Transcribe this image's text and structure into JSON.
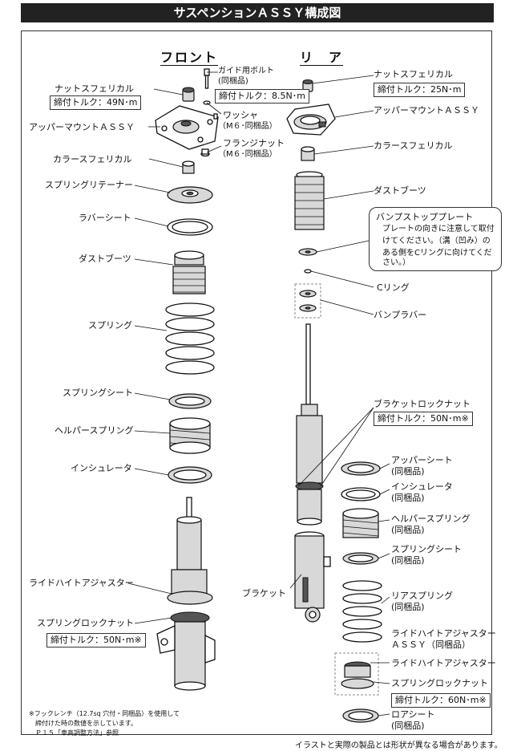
{
  "title": "サスペンションＡＳＳＹ構成図",
  "front": {
    "heading": "フロント",
    "nut_spherical": "ナットスフェリカル",
    "nut_torque": "締付トルク：49N･m",
    "guide_bolt": "ガイド用ボルト",
    "guide_bolt_note": "(同梱品)",
    "guide_bolt_torque": "締付トルク：8.5N･m",
    "washer": "ワッシャ",
    "washer_note": "（M６･同梱品）",
    "flange_nut": "フランジナット",
    "flange_nut_note": "（M６･同梱品）",
    "upper_mount": "アッパーマウントＡＳＳＹ",
    "collar_spherical": "カラースフェリカル",
    "spring_retainer": "スプリングリテーナー",
    "rubber_seat": "ラバーシート",
    "dust_boot": "ダストブーツ",
    "spring": "スプリング",
    "spring_seat": "スプリングシート",
    "helper_spring": "ヘルパースプリング",
    "insulator": "インシュレータ",
    "ride_height_adjuster": "ライドハイトアジャスター",
    "spring_lock_nut": "スプリングロックナット",
    "spring_lock_torque": "締付トルク：50N･m※"
  },
  "rear": {
    "heading": "リ　ア",
    "nut_spherical": "ナットスフェリカル",
    "nut_torque": "締付トルク：25N･m",
    "upper_mount": "アッパーマウントＡＳＳＹ",
    "collar_spherical": "カラースフェリカル",
    "dust_boot": "ダストブーツ",
    "bump_plate_title": "バンプストッププレート",
    "bump_plate_note": [
      "プレートの向きに注意して取付",
      "けてください。（溝（凹み）の",
      "ある側をCリングに向けてくだ",
      "さい。）"
    ],
    "c_ring": "Cリング",
    "bump_rubber": "バンプラバー",
    "bracket_lock_nut": "ブラケットロックナット",
    "bracket_lock_torque": "締付トルク：50N･m※",
    "upper_seat": "アッパーシート",
    "upper_seat_note": "(同梱品)",
    "insulator": "インシュレータ",
    "insulator_note": "(同梱品)",
    "helper_spring": "ヘルパースプリング",
    "helper_spring_note": "(同梱品)",
    "spring_seat": "スプリングシート",
    "spring_seat_note": "(同梱品)",
    "bracket": "ブラケット",
    "rear_spring": "リアスプリング",
    "rear_spring_note": "(同梱品)",
    "rha_assy": "ライドハイトアジャスター",
    "rha_assy_2": "ＡＳＳＹ（同梱品）",
    "ride_height_adjuster": "ライドハイトアジャスター",
    "spring_lock_nut": "スプリングロックナット",
    "spring_lock_torque": "締付トルク：60N･m※",
    "lower_seat": "ロアシート",
    "lower_seat_note": "(同梱品)"
  },
  "footnote": [
    "※フックレンチ（12.7sq 穴付・同梱品）を使用して",
    "　締付けた時の数値を示しています。",
    "　Ｐ１５「車高調整方法」参照"
  ],
  "disclaimer": "イラストと実際の製品とは形状が異なる場合があります。"
}
